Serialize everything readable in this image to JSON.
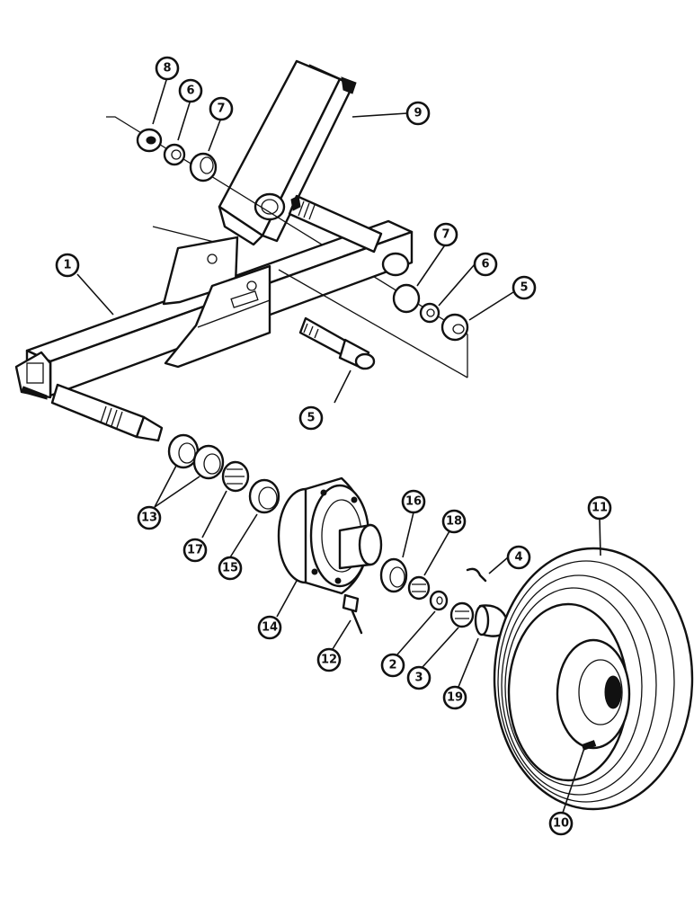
{
  "callouts": [
    {
      "id": "c8",
      "label": "8"
    },
    {
      "id": "c6a",
      "label": "6"
    },
    {
      "id": "c7a",
      "label": "7"
    },
    {
      "id": "c9",
      "label": "9"
    },
    {
      "id": "c1",
      "label": "1"
    },
    {
      "id": "c7b",
      "label": "7"
    },
    {
      "id": "c6b",
      "label": "6"
    },
    {
      "id": "c5a",
      "label": "5"
    },
    {
      "id": "c5b",
      "label": "5"
    },
    {
      "id": "c13",
      "label": "13"
    },
    {
      "id": "c17",
      "label": "17"
    },
    {
      "id": "c15",
      "label": "15"
    },
    {
      "id": "c16",
      "label": "16"
    },
    {
      "id": "c18",
      "label": "18"
    },
    {
      "id": "c4",
      "label": "4"
    },
    {
      "id": "c11",
      "label": "11"
    },
    {
      "id": "c14",
      "label": "14"
    },
    {
      "id": "c12",
      "label": "12"
    },
    {
      "id": "c2",
      "label": "2"
    },
    {
      "id": "c3",
      "label": "3"
    },
    {
      "id": "c19",
      "label": "19"
    },
    {
      "id": "c10",
      "label": "10"
    }
  ]
}
